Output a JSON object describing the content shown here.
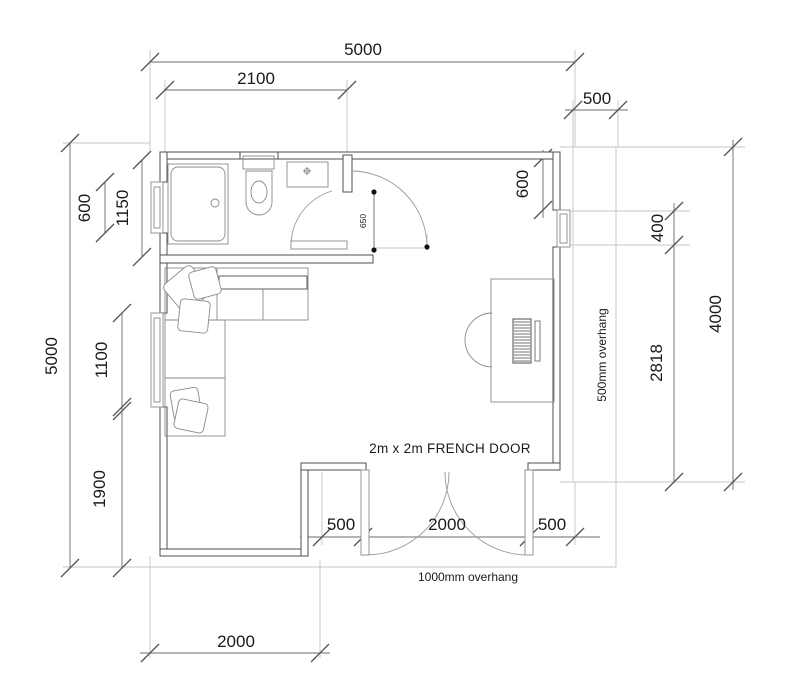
{
  "plan": {
    "labels": {
      "french_door": "2m x 2m FRENCH DOOR",
      "overhang_bottom": "1000mm overhang",
      "overhang_right": "500mm overhang"
    },
    "dims": {
      "top_overall": "5000",
      "top_bathroom": "2100",
      "top_overhang": "500",
      "left_overall": "5000",
      "left_window_upper": "600",
      "left_bathroom": "1150",
      "left_window_lower": "1100",
      "left_wall_bottom": "1900",
      "right_window_offset": "600",
      "right_window": "400",
      "right_lower": "2818",
      "right_overall": "4000",
      "bottom_left_seg": "500",
      "bottom_door": "2000",
      "bottom_right_seg": "500",
      "bottom_porch": "2000",
      "bath_door": "650"
    },
    "colors": {
      "wall": "#4f4f4f",
      "dimension_line": "#6b6b6b",
      "extension_line": "#c4c4c4",
      "text": "#1a1a1a"
    }
  }
}
